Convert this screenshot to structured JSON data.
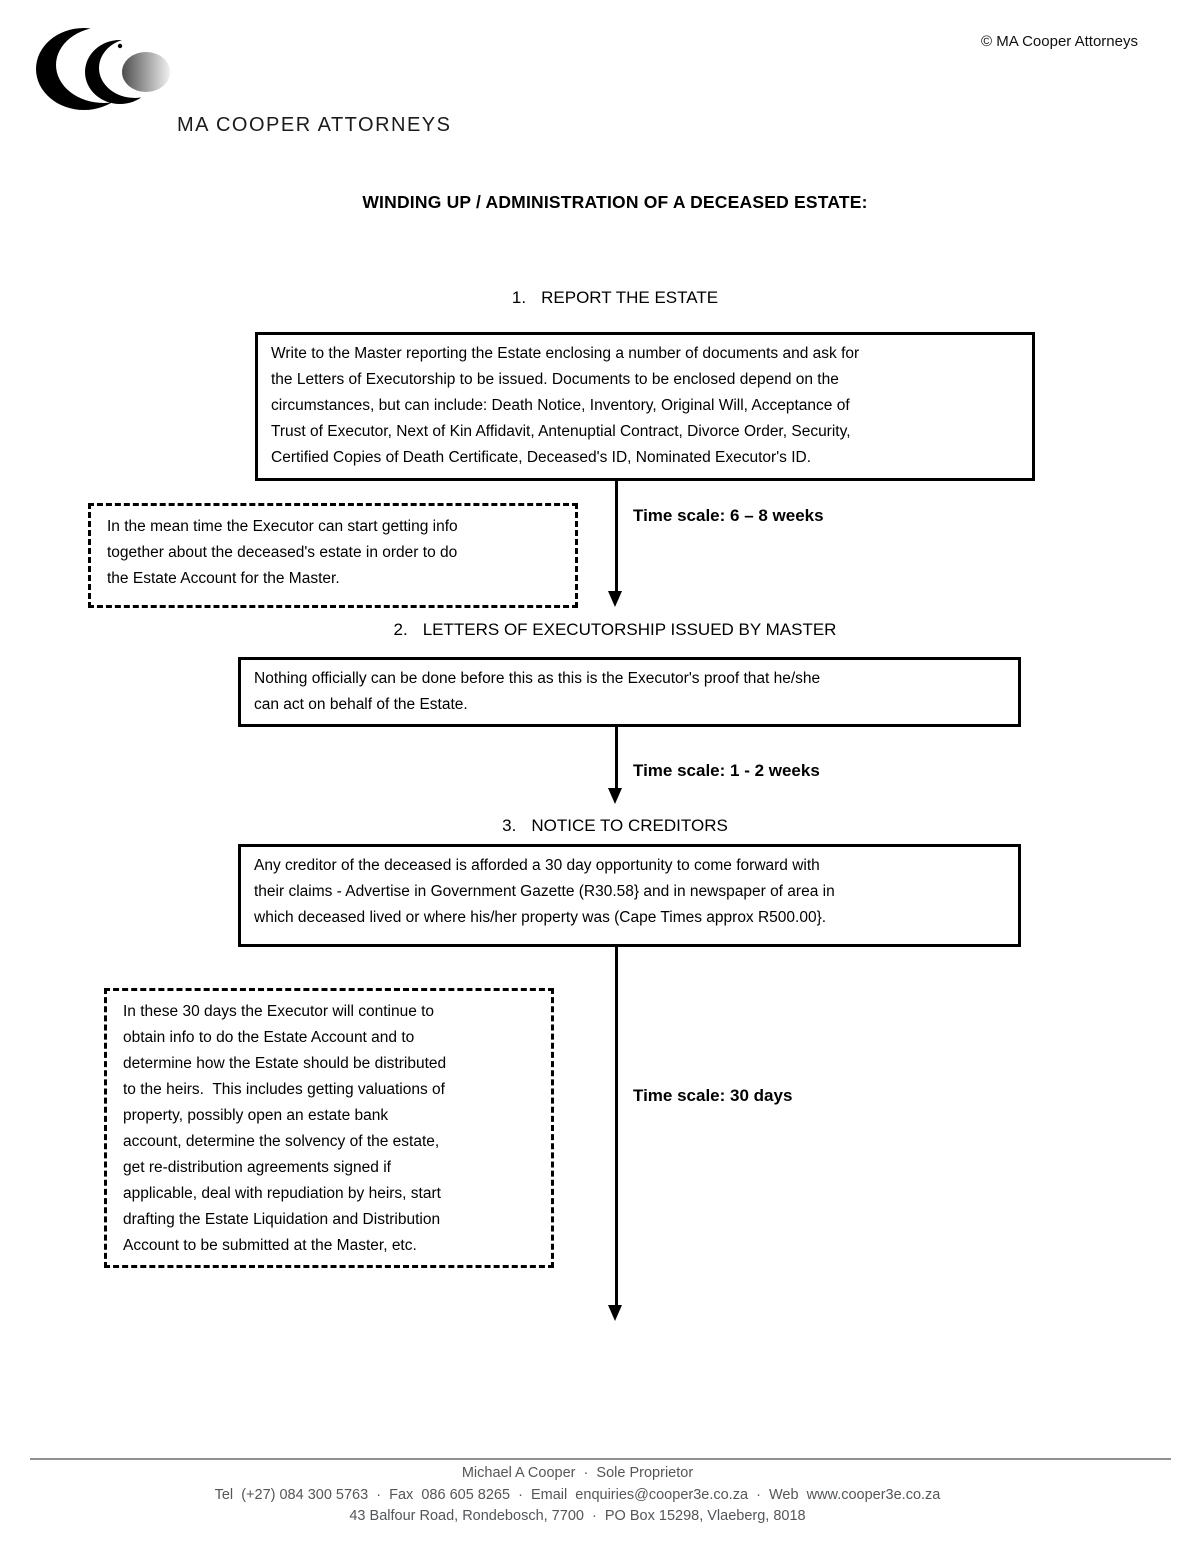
{
  "header": {
    "brand": "MA COOPER ATTORNEYS",
    "copyright": "© MA Cooper Attorneys",
    "logo_icon": "crescents-and-sphere",
    "logo_gradient": [
      "#4e4e4e",
      "#f0f0f0"
    ]
  },
  "title": "WINDING UP / ADMINISTRATION OF A DECEASED ESTATE:",
  "steps": [
    {
      "number": "1.",
      "heading": "REPORT THE ESTATE",
      "box_lines": [
        "Write to the Master reporting the Estate enclosing a number of documents and ask for",
        "the Letters of Executorship to be issued. Documents to be enclosed depend on the",
        "circumstances, but can include: Death Notice, Inventory, Original Will, Acceptance of",
        "Trust of Executor, Next of Kin Affidavit, Antenuptial Contract, Divorce Order, Security,",
        "Certified Copies of Death Certificate, Deceased's ID, Nominated Executor's ID."
      ]
    },
    {
      "number": "2.",
      "heading": "LETTERS OF EXECUTORSHIP ISSUED BY MASTER",
      "box_lines": [
        "Nothing officially can be done before this as this is the Executor's proof that he/she",
        "can act on behalf of the Estate."
      ]
    },
    {
      "number": "3.",
      "heading": "NOTICE TO CREDITORS",
      "box_lines": [
        "Any creditor of the deceased is afforded a 30 day opportunity to come forward with",
        "their claims - Advertise in Government Gazette (R30.58} and in newspaper of area in",
        "which deceased lived or where his/her property was (Cape Times approx R500.00}."
      ]
    }
  ],
  "side_notes": [
    {
      "lines": [
        "In the mean time the Executor can start getting info",
        "together about the deceased's estate in order to do",
        "the Estate Account for the Master."
      ]
    },
    {
      "lines": [
        "In these 30 days the Executor will continue to",
        "obtain info to do the Estate Account and to",
        "determine how the Estate should be distributed",
        "to the heirs.  This includes getting valuations of",
        "property, possibly open an estate bank",
        "account, determine the solvency of the estate,",
        "get re-distribution agreements signed if",
        "applicable, deal with repudiation by heirs, start",
        "drafting the Estate Liquidation and Distribution",
        "Account to be submitted at the Master, etc."
      ]
    }
  ],
  "time_scales": [
    {
      "label": "Time scale: 6 – 8 weeks"
    },
    {
      "label": "Time scale: 1 - 2 weeks"
    },
    {
      "label": "Time scale: 30 days"
    }
  ],
  "footer": {
    "line1": "Michael A Cooper  ·  Sole Proprietor",
    "line2": "Tel  (+27) 084 300 5763  ·  Fax  086 605 8265  ·  Email  enquiries@cooper3e.co.za  ·  Web  www.cooper3e.co.za",
    "line3": "43 Balfour Road, Rondebosch, 7700  ·  PO Box 15298, Vlaeberg, 8018"
  },
  "colors": {
    "ink": "#000000",
    "footer_text": "#54565a",
    "footer_rule": "#8e9092"
  }
}
